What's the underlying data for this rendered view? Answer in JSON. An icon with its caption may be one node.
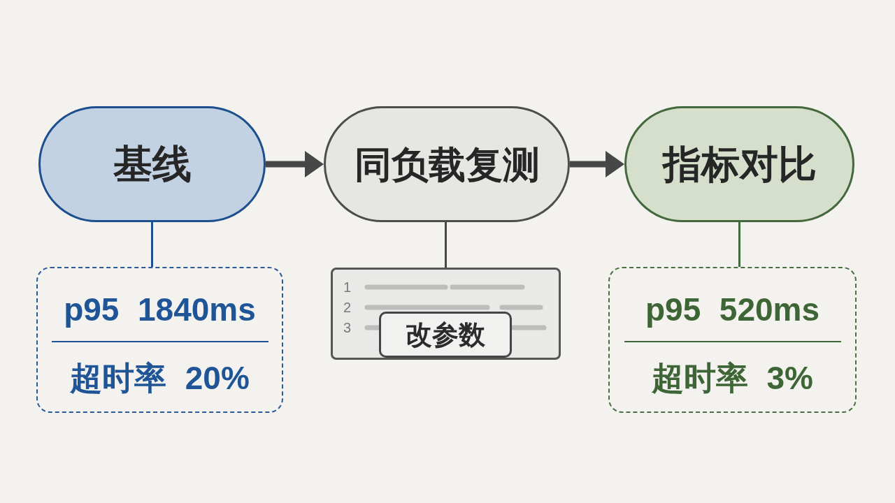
{
  "diagram": {
    "nodes": [
      {
        "text": [
          "基线"
        ]
      },
      {
        "text": [
          "同负载复测"
        ]
      },
      {
        "text": [
          "指标对比"
        ]
      },
      {
        "text": [
          "p95 1840ms",
          "超时率 20%"
        ]
      },
      {
        "text": [
          "1",
          "2",
          "3"
        ]
      },
      {
        "text": [
          "改参数"
        ],
        "in": 4
      },
      {
        "text": [
          "p95 520ms",
          "超时率 3%"
        ]
      }
    ],
    "edges": [
      {
        "from": 0,
        "to": 1,
        "arrow": "to",
        "style": "thick"
      },
      {
        "from": 1,
        "to": 2,
        "arrow": "to",
        "style": "thick"
      },
      {
        "from": 0,
        "to": 3,
        "arrow": "none",
        "color": "#1f4f8c"
      },
      {
        "from": 1,
        "to": 4,
        "arrow": "none"
      },
      {
        "from": 2,
        "to": 6,
        "arrow": "none",
        "color": "#45693e"
      }
    ]
  }
}
